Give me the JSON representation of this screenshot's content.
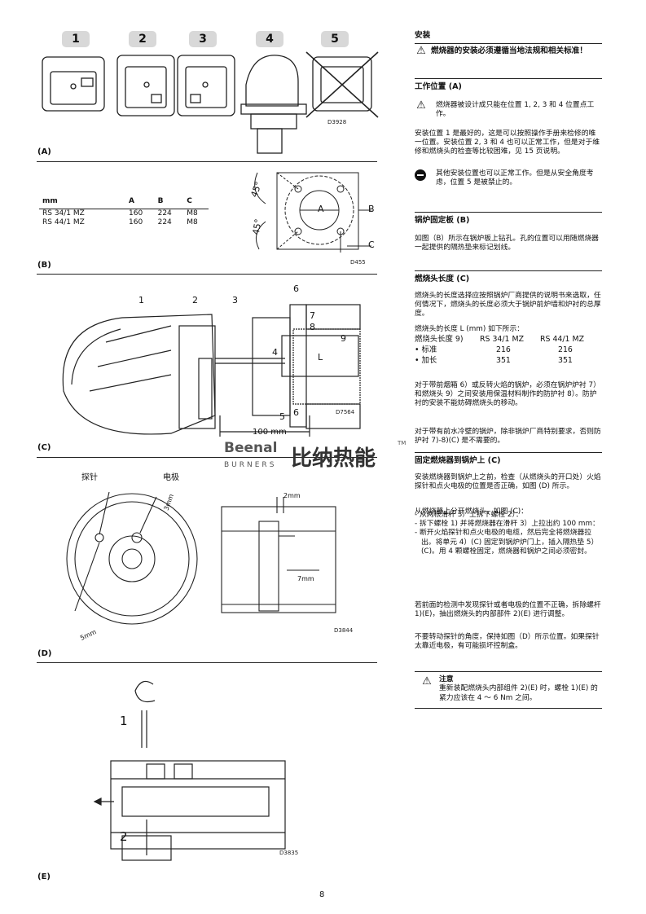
{
  "figure": {
    "panel_labels": [
      "(A)",
      "(B)",
      "(C)",
      "(D)",
      "(E)"
    ],
    "positions": [
      "1",
      "2",
      "3",
      "4",
      "5"
    ],
    "codes": {
      "A": "D3928",
      "B": "D455",
      "C": "D7564",
      "D": "D3844",
      "E": "D3835"
    },
    "table": {
      "headers": [
        "mm",
        "A",
        "B",
        "C"
      ],
      "rows": [
        [
          "RS 34/1 MZ",
          "160",
          "224",
          "M8"
        ],
        [
          "RS 44/1 MZ",
          "160",
          "224",
          "M8"
        ]
      ]
    },
    "flange": {
      "angle1": "45°",
      "angle2": "45°",
      "label_a": "A",
      "label_b": "B",
      "label_c": "C"
    },
    "c_callouts": [
      "1",
      "2",
      "3",
      "6",
      "7",
      "8",
      "9",
      "4",
      "L",
      "5",
      "6"
    ],
    "c_dim": "100 mm",
    "d_labels": {
      "probe": "探针",
      "electrode": "电极",
      "d3mm": "3mm",
      "d5mm": "5mm",
      "d2mm": "2mm",
      "d7mm": "7mm"
    },
    "e_labels": [
      "1",
      "2"
    ]
  },
  "watermark": {
    "brand": "Beenal",
    "sub": "BURNERS",
    "cn": "比纳热能",
    "tm": "TM"
  },
  "page_number": "8",
  "right": {
    "title": "安装",
    "warning_main": "燃烧器的安装必须遵循当地法规和相关标准！",
    "s1": {
      "title": "工作位置 (A)",
      "warn": "燃烧器被设计成只能在位置 1, 2, 3 和 4 位置点工作。",
      "p1": "安装位置 1 是最好的，这是可以按照操作手册来检修的唯一位置。安装位置 2, 3 和 4 也可以正常工作，但是对于维修和燃烧头的检查等比较困难，见 15 页说明。",
      "noentry": "其他安装位置也可以正常工作。但是从安全角度考虑，位置 5 是被禁止的。"
    },
    "s2": {
      "title": "锅炉固定板 (B)",
      "p1": "如图（B）所示在锅炉板上钻孔。孔的位置可以用随燃烧器一起提供的隔热垫来标记划线。"
    },
    "s3": {
      "title": "燃烧头长度 (C)",
      "p1": "燃烧头的长度选择应按照锅炉厂商提供的说明书来选取，任何情况下，燃烧头的长度必须大于锅炉前炉墙和炉衬的总厚度。",
      "p2": "燃烧头的长度 L (mm) 如下所示：",
      "table_head": [
        "燃烧头长度 9)",
        "RS 34/1 MZ",
        "RS 44/1 MZ"
      ],
      "rows": [
        [
          "• 标准",
          "216",
          "216"
        ],
        [
          "• 加长",
          "351",
          "351"
        ]
      ],
      "p3": "对于带前烟箱 6）或反转火焰的锅炉，必须在锅炉炉衬 7）和燃烧头 9）之间安装用保温材料制作的防护衬 8）。防护衬的安装不能妨碍燃烧头的移动。",
      "p4": "对于带有前水冷壁的锅炉，除非锅炉厂商特别要求，否则防护衬 7)-8)(C) 是不需要的。"
    },
    "s4": {
      "title": "固定燃烧器到锅炉上 (C)",
      "p1": "安装燃烧器到锅炉上之前，检查（从燃烧头的开口处）火焰探针和点火电极的位置是否正确，如图 (D) 所示。",
      "p2": "从燃烧器上分开燃烧头，如图 (C)：",
      "list": [
        "- 从两根滑杆 3）上拆下螺栓 2）：",
        "- 拆下螺栓 1) 并将燃烧器在滑杆 3）上拉出约 100 mm：",
        "- 断开火焰探针和点火电极的电缆，然后完全将燃烧器拉出。将单元 4）(C) 固定到锅炉炉门上，插入隔热垫 5）(C)。用 4 颗螺栓固定，燃烧器和锅炉之间必须密封。"
      ],
      "p3": "若前面的检测中发现探针或者电极的位置不正确，拆除螺杆 1)(E)，抽出燃烧头的内部部件 2)(E) 进行调整。",
      "p4": "不要转动探针的角度，保持如图（D）所示位置。如果探针太靠近电极，有可能损坏控制盒。"
    },
    "note": {
      "title": "注意",
      "text": "重新装配燃烧头内部组件 2)(E) 时，螺栓 1)(E) 的紧力应该在 4 ～ 6 Nm 之间。"
    }
  }
}
